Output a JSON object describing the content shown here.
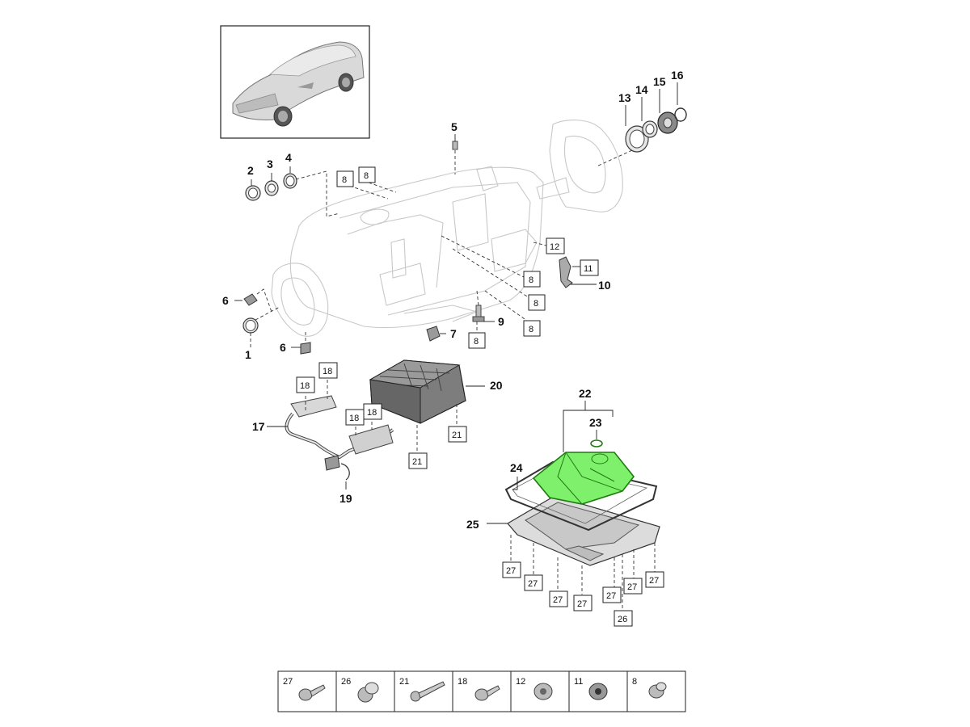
{
  "callouts": {
    "c1": "1",
    "c2": "2",
    "c3": "3",
    "c4": "4",
    "c5": "5",
    "c6a": "6",
    "c6b": "6",
    "c7": "7",
    "c9": "9",
    "c10": "10",
    "c13": "13",
    "c14": "14",
    "c15": "15",
    "c16": "16",
    "c17": "17",
    "c19": "19",
    "c20": "20",
    "c22": "22",
    "c23": "23",
    "c24": "24",
    "c25": "25"
  },
  "ref_boxes": {
    "r8a": "8",
    "r8b": "8",
    "r8c": "8",
    "r8d": "8",
    "r8e": "8",
    "r8f": "8",
    "r11": "11",
    "r12": "12",
    "r18a": "18",
    "r18b": "18",
    "r18c": "18",
    "r18d": "18",
    "r21a": "21",
    "r21b": "21",
    "r26": "26",
    "r27a": "27",
    "r27b": "27",
    "r27c": "27",
    "r27d": "27",
    "r27e": "27",
    "r27f": "27",
    "r27g": "27"
  },
  "fastener_table": {
    "cells": [
      "27",
      "26",
      "21",
      "18",
      "12",
      "11",
      "8"
    ]
  },
  "highlight_color": "#7ef06c"
}
